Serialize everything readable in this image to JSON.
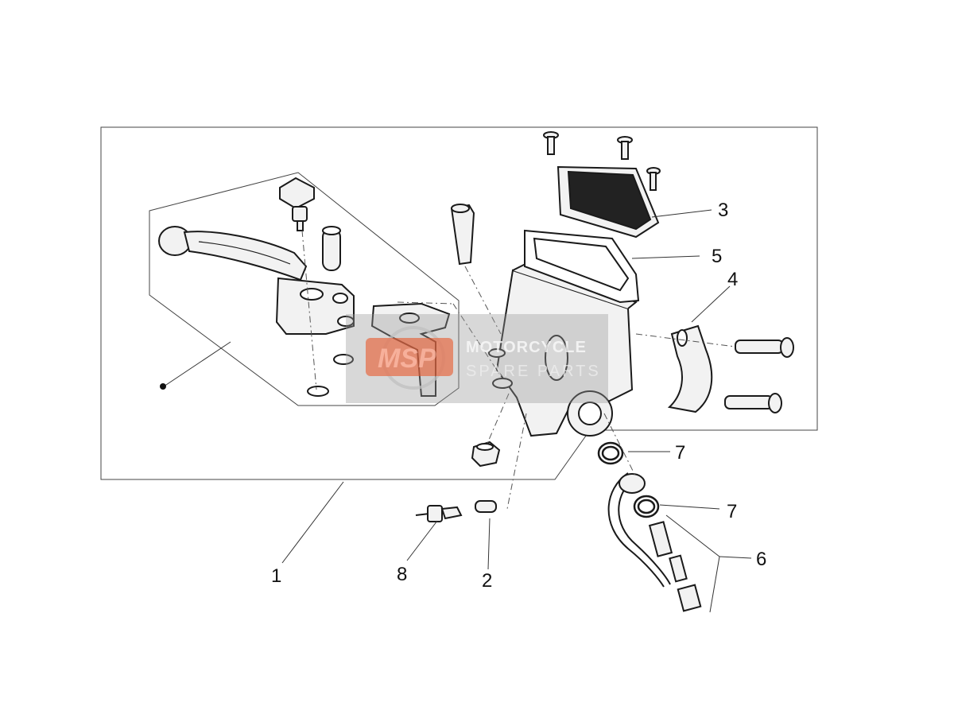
{
  "callouts": {
    "c1": "1",
    "c2": "2",
    "c3": "3",
    "c4": "4",
    "c5": "5",
    "c6": "6",
    "c7a": "7",
    "c7b": "7",
    "c8": "8"
  },
  "watermark": {
    "logo": "MSP",
    "line1": "MOTORCYCLE",
    "line2": "SPARE PARTS"
  },
  "colors": {
    "line": "#1a1a1a",
    "part_fill": "#f2f2f2",
    "dark_fill": "#555555",
    "watermark_bg": "#9a9a9a",
    "watermark_logo": "#e0603a"
  }
}
